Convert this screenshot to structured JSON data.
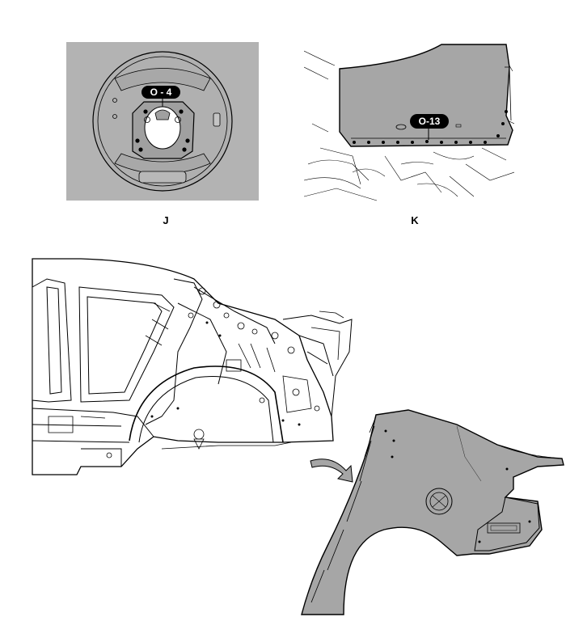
{
  "panels": {
    "j": {
      "caption": "J",
      "callout": "O - 4"
    },
    "k": {
      "caption": "K",
      "callout": "O-13"
    }
  },
  "colors": {
    "panel_gray": "#b3b3b3",
    "part_gray": "#a6a6a6",
    "line": "#000000",
    "callout_bg": "#000000",
    "callout_text": "#ffffff"
  }
}
